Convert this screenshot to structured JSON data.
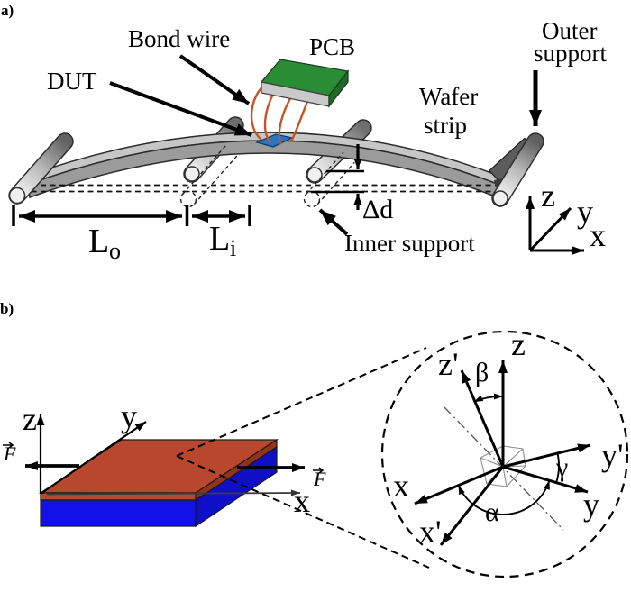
{
  "panel_a": {
    "label": "a)",
    "bond_wire": "Bond wire",
    "dut": "DUT",
    "pcb": "PCB",
    "wafer_line1": "Wafer",
    "wafer_line2": "strip",
    "outer_support_line1": "Outer",
    "outer_support_line2": "support",
    "inner_support": "Inner support",
    "displacement": "Δd",
    "outer_span": {
      "symbol": "L",
      "subscript": "o"
    },
    "inner_span": {
      "symbol": "L",
      "subscript": "i"
    },
    "axes": {
      "x": "x",
      "y": "y",
      "z": "z"
    }
  },
  "panel_b": {
    "label": "b)",
    "force_symbol": "F",
    "axes": {
      "x": "x",
      "y": "y",
      "z": "z"
    },
    "inset": {
      "x": "x",
      "x_prime": "x'",
      "y": "y",
      "y_prime": "y'",
      "z": "z",
      "z_prime": "z'",
      "alpha": "α",
      "beta": "β",
      "gamma": "γ"
    }
  },
  "colors": {
    "wafer_strip_front": "#9b9b9b",
    "wafer_strip_top": "#c6c6c6",
    "pcb_top": "#2a8c35",
    "pcb_front_edge": "#c9c9c9",
    "pcb_side": "#1e6a27",
    "dut_chip": "#2d75c3",
    "bond_wire": "#c45427",
    "upper_layer_red": "#b8472e",
    "upper_layer_red_side": "#93331c",
    "lower_layer_blue": "#1212e8",
    "lower_layer_blue_side": "#0f0fc8"
  }
}
